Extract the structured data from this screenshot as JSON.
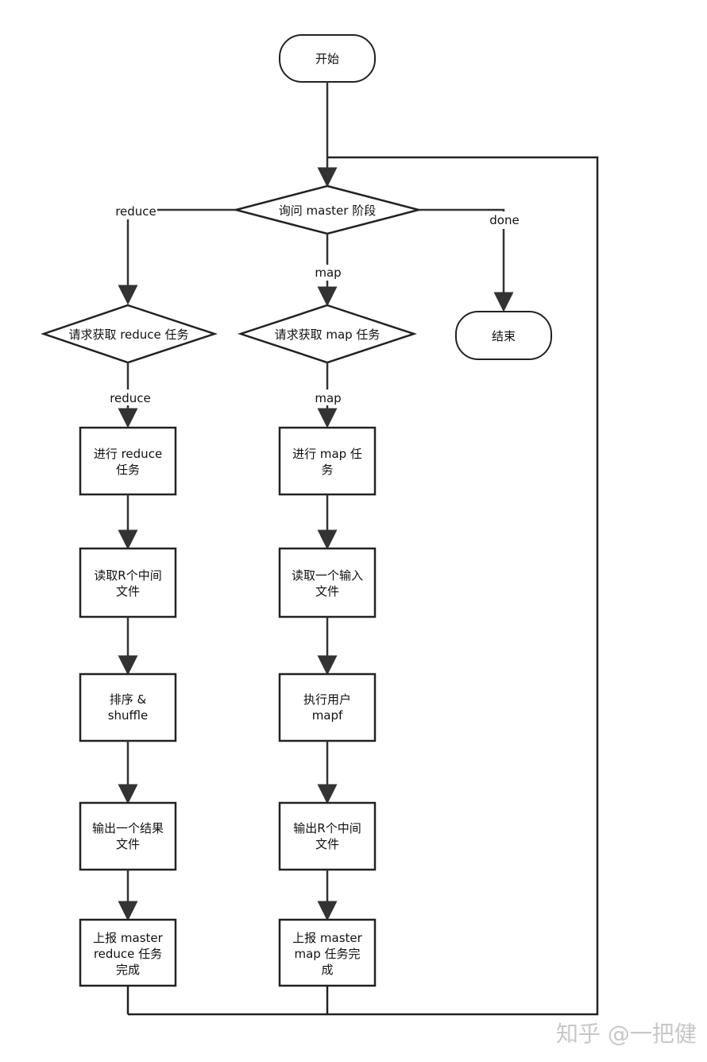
{
  "nodes": {
    "start": "开始",
    "ask_phase": "询问 master 阶段",
    "request_reduce": "请求获取 reduce 任务",
    "request_map": "请求获取 map 任务",
    "end": "结束",
    "do_reduce_1": "进行 reduce",
    "do_reduce_2": "任务",
    "read_r_1": "读取R个中间",
    "read_r_2": "文件",
    "sort_1": "排序 &",
    "sort_2": "shuffle",
    "output_result_1": "输出一个结果",
    "output_result_2": "文件",
    "report_reduce_1": "上报 master",
    "report_reduce_2": "reduce 任务",
    "report_reduce_3": "完成",
    "do_map_1": "进行 map 任",
    "do_map_2": "务",
    "read_input_1": "读取一个输入",
    "read_input_2": "文件",
    "exec_mapf_1": "执行用户",
    "exec_mapf_2": "mapf",
    "output_r_1": "输出R个中间",
    "output_r_2": "文件",
    "report_map_1": "上报 master",
    "report_map_2": "map 任务完",
    "report_map_3": "成"
  },
  "edges": {
    "reduce_branch": "reduce",
    "map_branch": "map",
    "done_branch": "done",
    "reduce_granted": "reduce",
    "map_granted": "map"
  },
  "watermark": "知乎 @一把健"
}
